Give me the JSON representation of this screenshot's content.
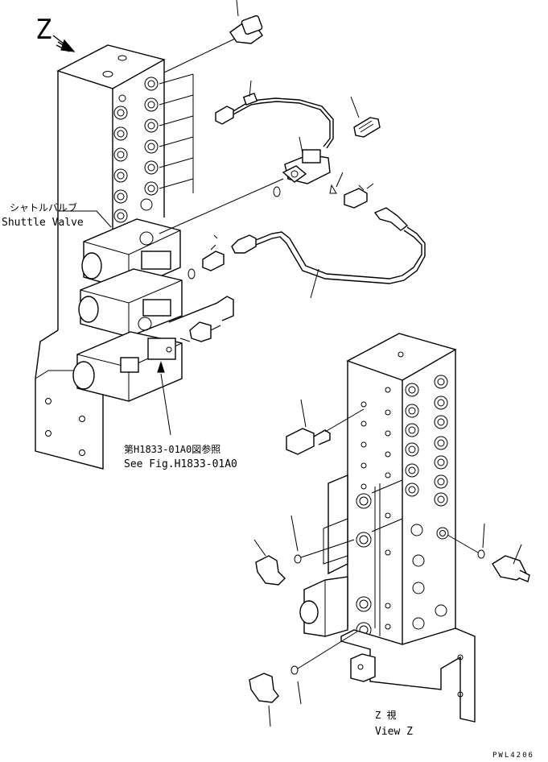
{
  "labels": {
    "view_marker": "Z",
    "shuttle_valve_ja": "シャトルバルブ",
    "shuttle_valve_en": "Shuttle Valve",
    "see_fig_ja": "第H1833-01A0図参照",
    "see_fig_en": "See Fig.H1833-01A0",
    "view_z_ja": "Z 視",
    "view_z_en": "View Z",
    "drawing_code": "PWL4206"
  }
}
